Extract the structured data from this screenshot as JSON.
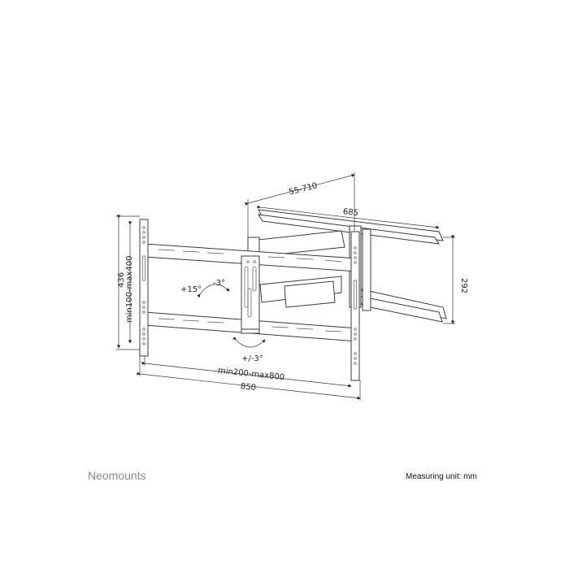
{
  "brand": "Neomounts",
  "measuring_unit": "Measuring unit: mm",
  "dimensions": {
    "depth_range": "55-710",
    "arm_width": "685",
    "bracket_height": "292",
    "total_height": "436",
    "vesa_vertical": "min100-max400",
    "vesa_horizontal": "min200-max800",
    "total_width": "850"
  },
  "angles": {
    "tilt_up": "+15°",
    "tilt_down": "-3°",
    "swivel": "+/-3°"
  }
}
